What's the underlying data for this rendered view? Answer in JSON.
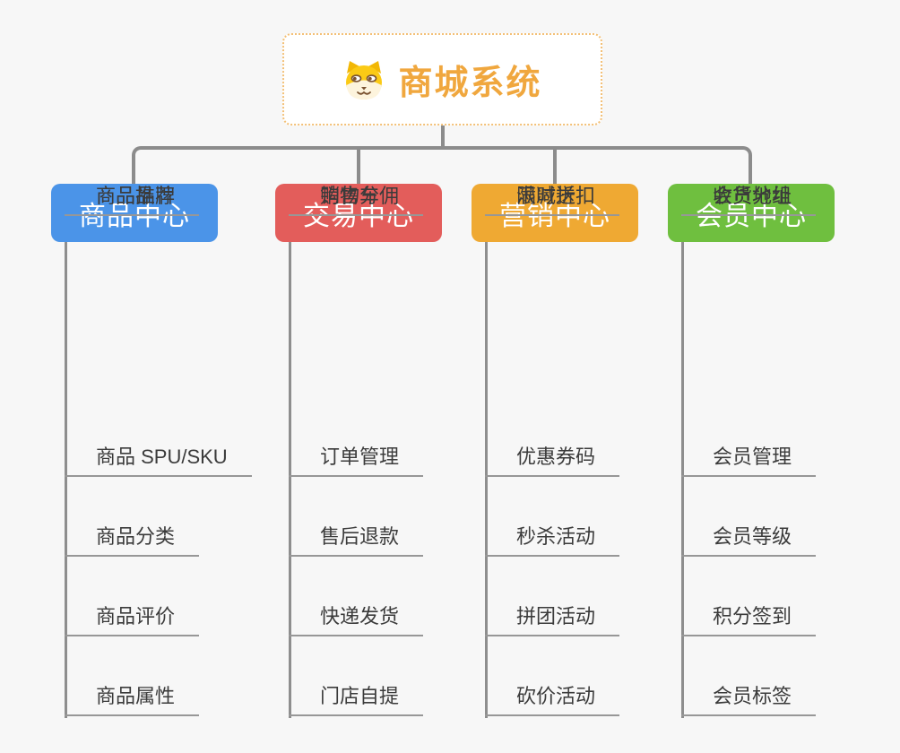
{
  "app": {
    "background_color": "#f7f7f7",
    "connector_color": "#8c8c8c"
  },
  "root": {
    "title": "商城系统",
    "icon": "shiba-dog-icon",
    "text_color": "#f0a73e",
    "border_color": "#f3c077"
  },
  "branches": [
    {
      "label": "商品中心",
      "color": "#4b94e8",
      "items": [
        "商品 SPU/SKU",
        "商品分类",
        "商品评价",
        "商品属性",
        "商品推荐",
        "商品品牌"
      ]
    },
    {
      "label": "交易中心",
      "color": "#e35d5b",
      "items": [
        "订单管理",
        "售后退款",
        "快递发货",
        "门店自提",
        "购物车",
        "销售分佣"
      ]
    },
    {
      "label": "营销中心",
      "color": "#efa933",
      "items": [
        "优惠券码",
        "秒杀活动",
        "拼团活动",
        "砍价活动",
        "限时折扣",
        "满减送"
      ]
    },
    {
      "label": "会员中心",
      "color": "#6fbf3f",
      "items": [
        "会员管理",
        "会员等级",
        "积分签到",
        "会员标签",
        "会员分组",
        "收货地址"
      ]
    }
  ]
}
